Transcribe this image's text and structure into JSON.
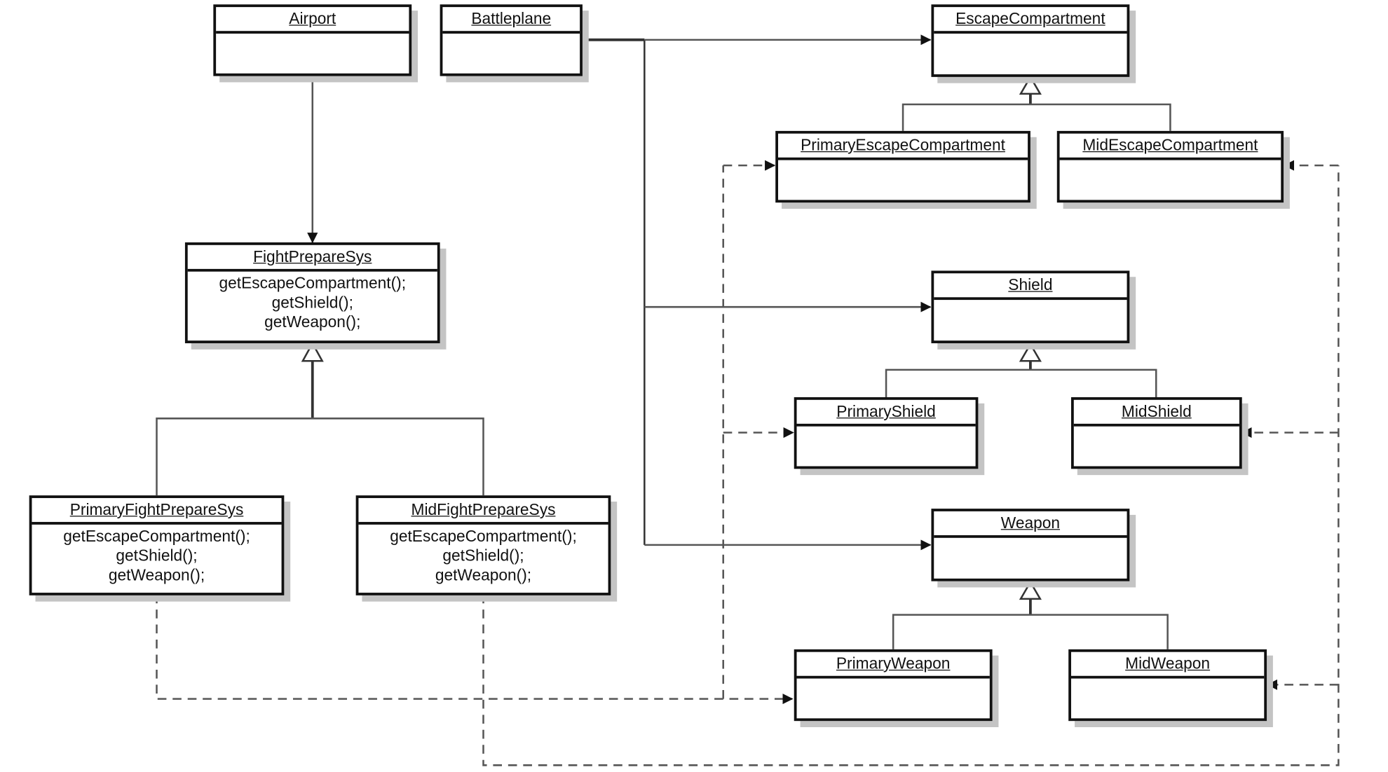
{
  "classes": {
    "airport": {
      "name": "Airport"
    },
    "battleplane": {
      "name": "Battleplane"
    },
    "escape_compartment": {
      "name": "EscapeCompartment"
    },
    "primary_escape_compartment": {
      "name": "PrimaryEscapeCompartment"
    },
    "mid_escape_compartment": {
      "name": "MidEscapeCompartment"
    },
    "fight_prepare_sys": {
      "name": "FightPrepareSys",
      "ops": [
        "getEscapeCompartment();",
        "getShield();",
        "getWeapon();"
      ]
    },
    "primary_fight_prepare_sys": {
      "name": "PrimaryFightPrepareSys",
      "ops": [
        "getEscapeCompartment();",
        "getShield();",
        "getWeapon();"
      ]
    },
    "mid_fight_prepare_sys": {
      "name": "MidFightPrepareSys",
      "ops": [
        "getEscapeCompartment();",
        "getShield();",
        "getWeapon();"
      ]
    },
    "shield": {
      "name": "Shield"
    },
    "primary_shield": {
      "name": "PrimaryShield"
    },
    "mid_shield": {
      "name": "MidShield"
    },
    "weapon": {
      "name": "Weapon"
    },
    "primary_weapon": {
      "name": "PrimaryWeapon"
    },
    "mid_weapon": {
      "name": "MidWeapon"
    }
  },
  "colors": {
    "box_border": "#111111",
    "shadow": "#c4c4c4",
    "line": "#555555",
    "background": "#ffffff"
  }
}
